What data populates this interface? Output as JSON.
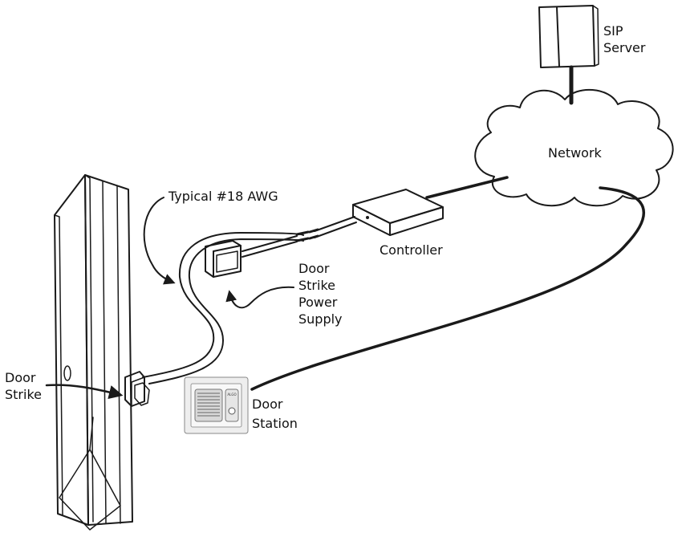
{
  "labels": {
    "sip_server": [
      "SIP",
      "Server"
    ],
    "network": "Network",
    "wire_note": "Typical #18 AWG",
    "controller": "Controller",
    "power_supply": [
      "Door",
      "Strike",
      "Power",
      "Supply"
    ],
    "door_strike": [
      "Door",
      "Strike"
    ],
    "door_station": [
      "Door",
      "Station"
    ],
    "station_brand": "ALGO"
  },
  "colors": {
    "ink": "#1a1a1a",
    "door_fill": "#f4f4f4",
    "panel_fill": "#eeeeee"
  }
}
